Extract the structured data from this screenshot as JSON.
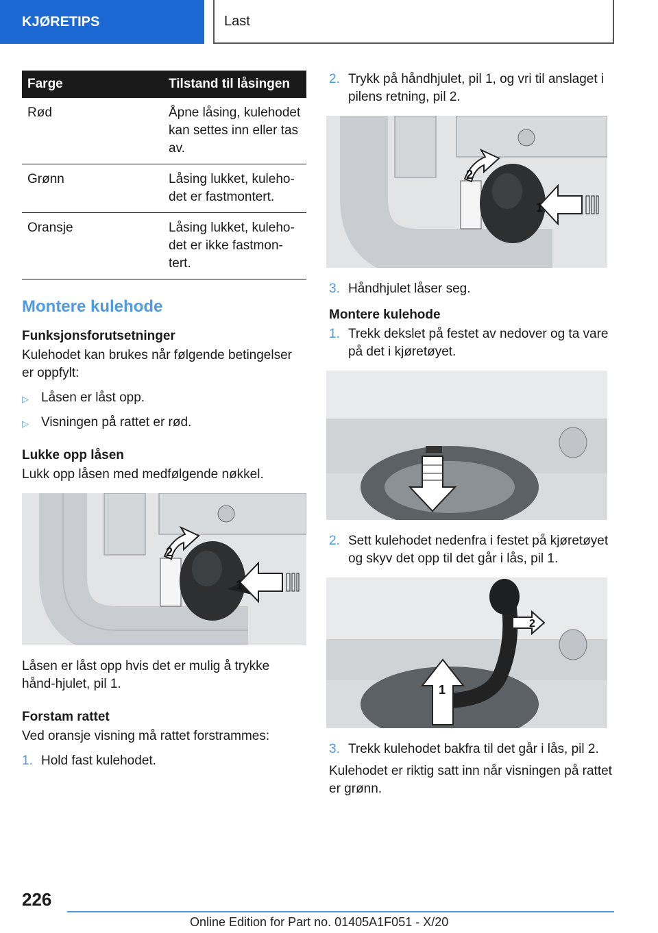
{
  "header": {
    "section": "KJØRETIPS",
    "topic": "Last"
  },
  "table": {
    "headers": [
      "Farge",
      "Tilstand til låsingen"
    ],
    "rows": [
      [
        "Rød",
        "Åpne låsing, kulehodet kan settes inn eller tas av."
      ],
      [
        "Grønn",
        "Låsing lukket, kuleho-det er fastmontert."
      ],
      [
        "Oransje",
        "Låsing lukket, kuleho-det er ikke fastmon-tert."
      ]
    ]
  },
  "left": {
    "section_title": "Montere kulehode",
    "prereq_heading": "Funksjonsforutsetninger",
    "prereq_text": "Kulehodet kan brukes når følgende betingelser er oppfylt:",
    "bullets": [
      "Låsen er låst opp.",
      "Visningen på rattet er rød."
    ],
    "unlock_heading": "Lukke opp låsen",
    "unlock_text": "Lukk opp låsen med medfølgende nøkkel.",
    "after_fig_text": "Låsen er låst opp hvis det er mulig å trykke hånd-hjulet, pil 1.",
    "tension_heading": "Forstam rattet",
    "tension_text": "Ved oransje visning må rattet forstrammes:",
    "step1_num": "1.",
    "step1_text": "Hold fast kulehodet."
  },
  "right": {
    "step2_num": "2.",
    "step2_text": "Trykk på håndhjulet, pil 1, og vri til anslaget i pilens retning, pil 2.",
    "step3_num": "3.",
    "step3_text": "Håndhjulet låser seg.",
    "mount_heading": "Montere kulehode",
    "m1_num": "1.",
    "m1_text": "Trekk dekslet på festet av nedover og ta vare på det i kjøretøyet.",
    "m2_num": "2.",
    "m2_text": "Sett kulehodet nedenfra i festet på kjøretøyet og skyv det opp til det går i lås, pil 1.",
    "m3_num": "3.",
    "m3_text": "Trekk kulehodet bakfra til det går i lås, pil 2.",
    "final_text": "Kulehodet er riktig satt inn når visningen på rattet er grønn."
  },
  "figure_labels": {
    "arrow1": "1",
    "arrow2": "2"
  },
  "footer": {
    "page": "226",
    "edition": "Online Edition for Part no. 01405A1F051 - X/20"
  }
}
